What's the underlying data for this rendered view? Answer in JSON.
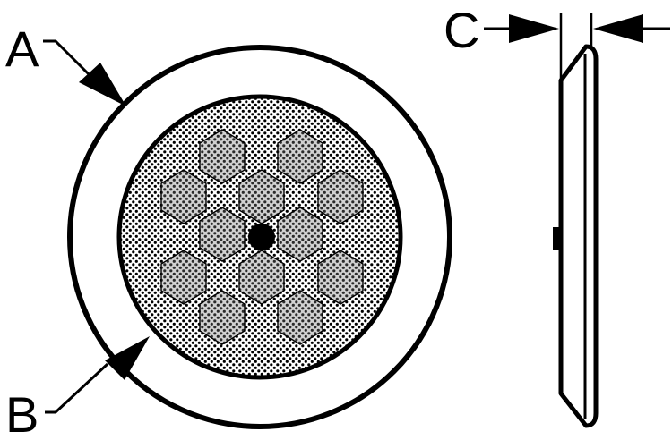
{
  "callouts": {
    "a": "A",
    "b": "B",
    "c": "C"
  },
  "colors": {
    "ink": "#000000",
    "paper": "#ffffff",
    "lens_fill": "#6b6b6b"
  }
}
